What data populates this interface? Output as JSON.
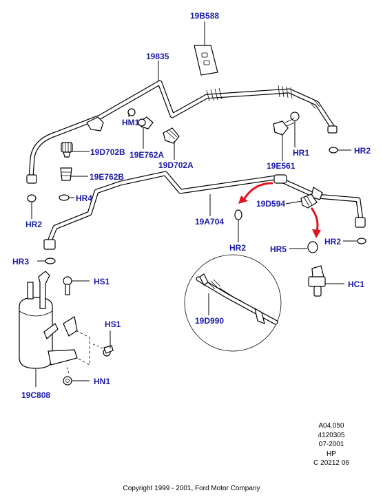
{
  "labels": {
    "p19B588": "19B588",
    "p19835": "19835",
    "hm1": "HM1",
    "p19e762a": "19E762A",
    "p19d702a": "19D702A",
    "p19d702b": "19D702B",
    "p19e762b": "19E762B",
    "hr4": "HR4",
    "hr2_left": "HR2",
    "hr3": "HR3",
    "hs1_top": "HS1",
    "hs1_mid": "HS1",
    "hn1": "HN1",
    "p19c808": "19C808",
    "p19a704": "19A704",
    "p19d594": "19D594",
    "hr2_center": "HR2",
    "p19e561": "19E561",
    "hr1": "HR1",
    "hr2_topright": "HR2",
    "hr5": "HR5",
    "hr2_right": "HR2",
    "hc1": "HC1",
    "p19d990": "19D990"
  },
  "reference": {
    "line1": "A04.050",
    "line2": "4120305",
    "line3": "07-2001",
    "line4": "HP",
    "line5": "C 20212 06"
  },
  "copyright": "Copyright 1999 - 2001, Ford Motor Company",
  "colors": {
    "label": "#1a1aa6",
    "arrow": "#e0141e",
    "line": "#000000"
  }
}
